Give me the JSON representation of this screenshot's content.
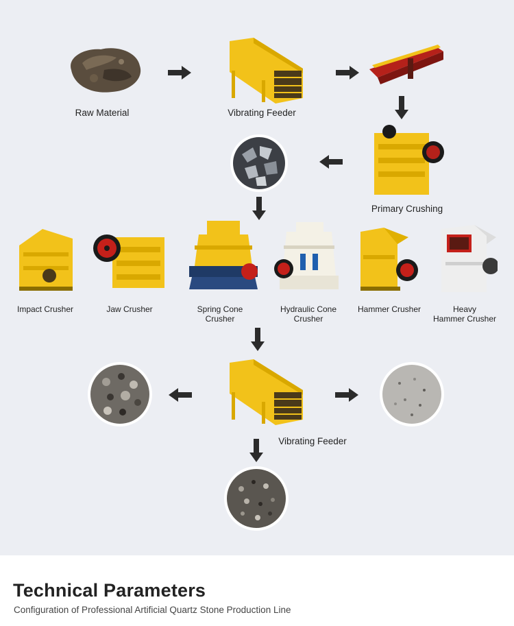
{
  "diagram": {
    "nodes": {
      "raw_material": "Raw Material",
      "vibrating_feeder_top": "Vibrating Feeder",
      "primary_crushing": "Primary Crushing",
      "impact_crusher": "Impact Crusher",
      "jaw_crusher": "Jaw Crusher",
      "spring_cone_crusher": "Spring Cone\nCrusher",
      "hydraulic_cone_crusher": "Hydraulic Cone\nCrusher",
      "hammer_crusher": "Hammer Crusher",
      "heavy_hammer_crusher": "Heavy\nHammer Crusher",
      "vibrating_feeder_bottom": "Vibrating Feeder"
    }
  },
  "footer": {
    "title": "Technical Parameters",
    "subtitle": "Configuration of Professional  Artificial Quartz Stone Production Line"
  },
  "colors": {
    "background": "#eceef3",
    "machine_yellow": "#f2c21a",
    "arrow": "#2b2b2b"
  }
}
